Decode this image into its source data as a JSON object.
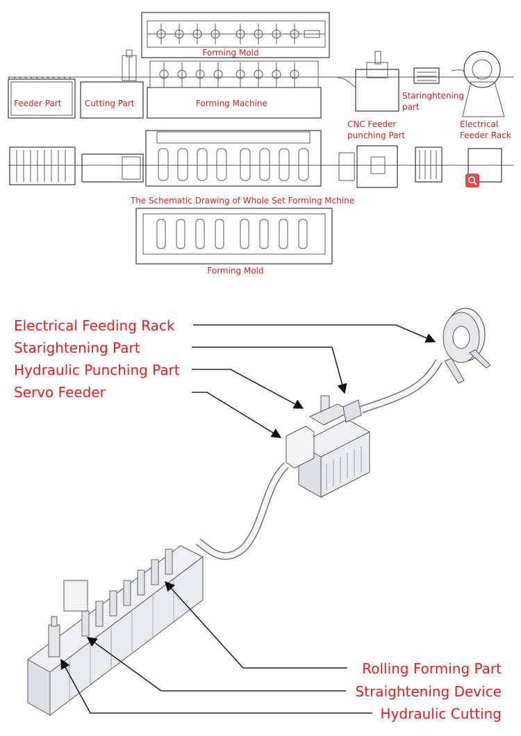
{
  "schematic": {
    "labels": {
      "forming_mold_top": "Forming Mold",
      "feeder_part": "Feeder Part",
      "cutting_part": "Cutting Part",
      "forming_machine": "Forming Machine",
      "cnc_feeder_line1": "CNC Feeder",
      "cnc_feeder_line2": "punching Part",
      "straightening_line1": "Staringhtening",
      "straightening_line2": "part",
      "electrical_line1": "Electrical",
      "electrical_line2": "Feeder Rack",
      "caption": "The Schematic Drawing of Whole Set Forming Mchine",
      "forming_mold_bottom": "Forming Mold"
    }
  },
  "isometric": {
    "callouts": {
      "electrical_feeding_rack": "Electrical Feeding Rack",
      "starightening_part": "Starightening Part",
      "hydraulic_punching_part": "Hydraulic Punching Part",
      "servo_feeder": "Servo Feeder",
      "rolling_forming_part": "Rolling Forming Part",
      "straightening_device": "Straightening Device",
      "hydraulic_cutting": "Hydraulic Cutting"
    }
  },
  "colors": {
    "label": "#e8191c",
    "zoom_badge": "#e8484a"
  },
  "icons": [
    "zoom-icon"
  ]
}
